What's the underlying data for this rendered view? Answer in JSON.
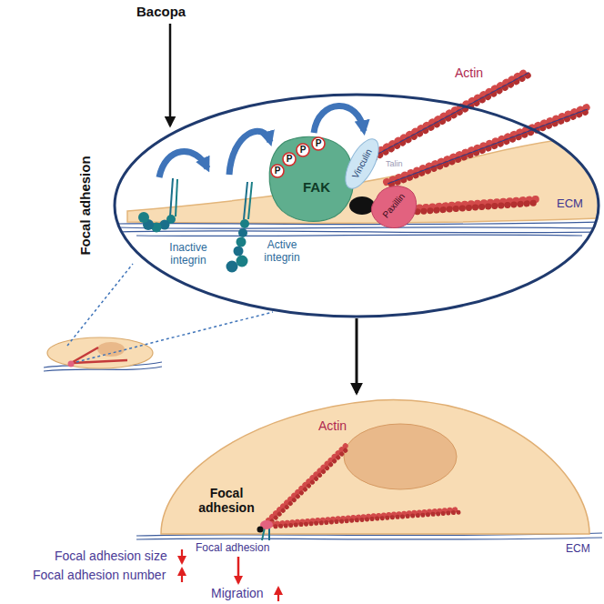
{
  "diagram": {
    "nodes": [
      {
        "text": [
          "Focal adhesion"
        ]
      },
      {
        "text": [
          "FAK"
        ],
        "in": 0
      },
      {
        "text": [
          "P"
        ],
        "in": 0
      },
      {
        "text": [
          "P"
        ],
        "in": 0
      },
      {
        "text": [
          "P"
        ],
        "in": 0
      },
      {
        "text": [
          "P"
        ],
        "in": 0
      },
      {
        "text": [
          "Vinculin"
        ],
        "in": 0
      },
      {
        "text": [
          "Paxillin"
        ],
        "in": 0
      },
      {
        "text": [
          "Actin",
          "Focal adhesion"
        ]
      }
    ],
    "edges": [
      {
        "from": 0,
        "to": 8,
        "arrow": "to"
      }
    ],
    "labels": [
      "Bacopa",
      "Actin",
      "Inactive integrin",
      "Active integrin",
      "Talin",
      "ECM",
      "ECM",
      "Focal adhesion",
      "Focal adhesion size",
      "Focal adhesion number",
      "Migration"
    ]
  }
}
